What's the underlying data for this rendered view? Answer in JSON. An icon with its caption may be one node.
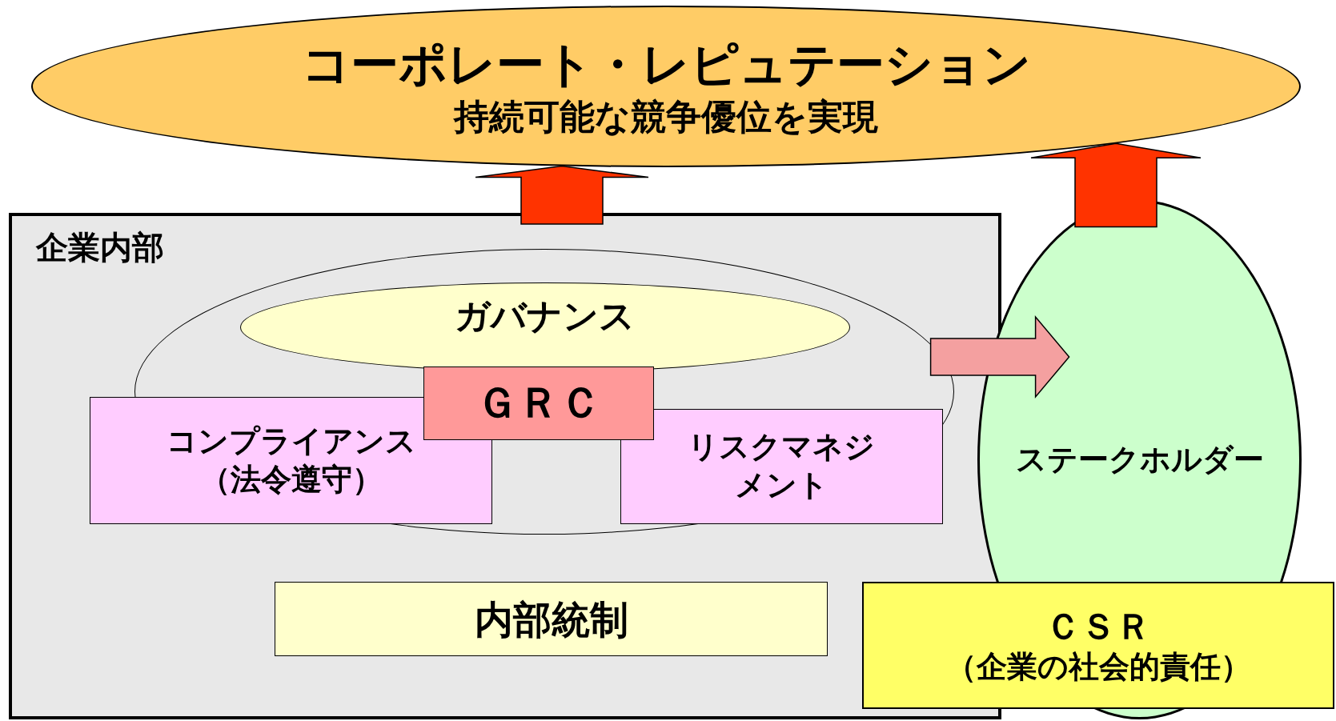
{
  "diagram": {
    "nodes": [
      {
        "text": [
          "コーポレート・レピュテーション",
          "持続可能な競争優位を実現"
        ]
      },
      {
        "text": [
          "企業内部"
        ]
      },
      {
        "text": [],
        "shape": "circle",
        "in": 1
      },
      {
        "text": [
          "ガバナンス"
        ],
        "in": 2
      },
      {
        "text": [
          "コンプライアンス（法令遵守）"
        ],
        "in": 1
      },
      {
        "text": [
          "リスクマネジメント"
        ],
        "in": 2
      },
      {
        "text": [
          "ＧＲＣ"
        ],
        "in": 2
      },
      {
        "text": [
          "内部統制"
        ],
        "in": 1
      },
      {
        "text": [
          "ステークホルダー"
        ]
      },
      {
        "text": [
          "ＣＳＲ",
          "（企業の社会的責任）"
        ]
      }
    ],
    "edges": [
      {
        "from": 1,
        "to": 0,
        "arrow": "to",
        "style": "thick"
      },
      {
        "from": 8,
        "to": 0,
        "arrow": "to",
        "style": "thick"
      },
      {
        "from": 2,
        "to": 8,
        "arrow": "to",
        "style": "thick",
        "color": "#f4a0a0"
      }
    ]
  }
}
